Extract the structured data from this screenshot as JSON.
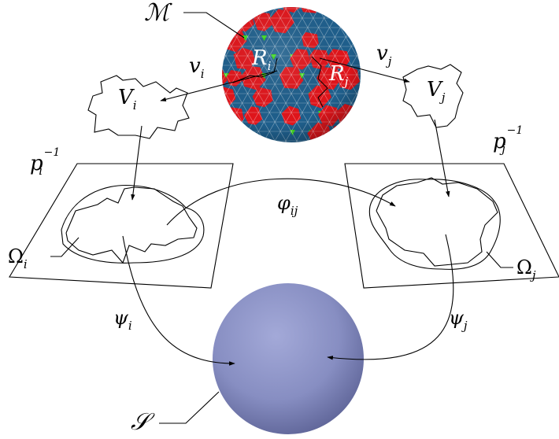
{
  "labels": {
    "mesh": "ℳ",
    "region_i": {
      "base": "R",
      "sub": "i"
    },
    "region_j": {
      "base": "R",
      "sub": "j"
    },
    "v_i": {
      "base": "v",
      "sub": "i"
    },
    "v_j": {
      "base": "v",
      "sub": "j"
    },
    "V_i": {
      "base": "V",
      "sub": "i"
    },
    "V_j": {
      "base": "V",
      "sub": "j"
    },
    "p_i_inv": {
      "base": "p",
      "sub": "i",
      "sup": "−1"
    },
    "p_j_inv": {
      "base": "p",
      "sub": "j",
      "sup": "−1"
    },
    "omega_i": {
      "base": "Ω",
      "sub": "i"
    },
    "omega_j": {
      "base": "Ω",
      "sub": "j"
    },
    "phi_ij": {
      "base": "φ",
      "sub": "ij"
    },
    "psi_i": {
      "base": "ψ",
      "sub": "i"
    },
    "psi_j": {
      "base": "ψ",
      "sub": "j"
    },
    "sphere": "𝒮"
  },
  "colors": {
    "mesh_blue": "#1f5f8c",
    "mesh_red": "#e0151b",
    "mesh_green": "#2fd40f",
    "sphere_fill": "#8c93c6"
  },
  "icons": {
    "mesh": "triangulated-mesh-sphere-icon",
    "sphere": "smooth-sphere-icon"
  }
}
